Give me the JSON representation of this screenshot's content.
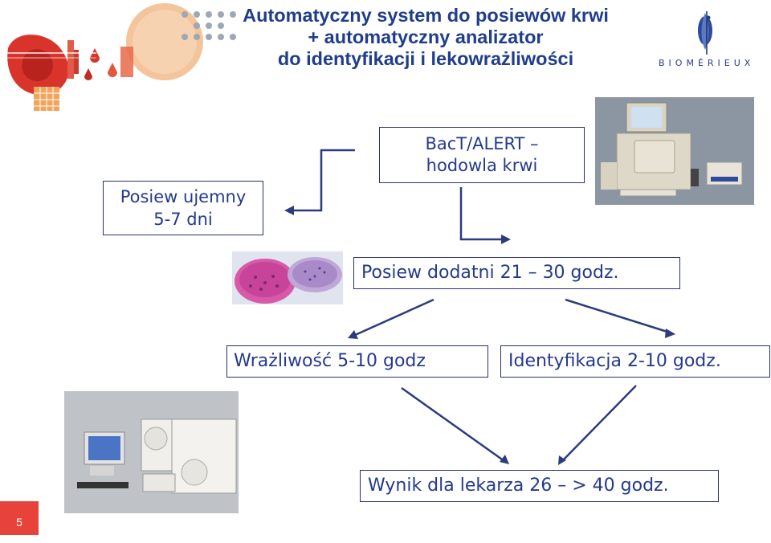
{
  "title": {
    "line1": "Automatyczny system do posiewów krwi",
    "line2": "+ automatyczny analizator",
    "line3": "do identyfikacji i lekowrażliwości"
  },
  "logo": {
    "text": "BIOMÉRIEUX"
  },
  "boxes": {
    "bactalert_line1": "BacT/ALERT –",
    "bactalert_line2": "hodowla krwi",
    "negative_line1": "Posiew ujemny",
    "negative_line2": "5-7 dni",
    "positive": "Posiew dodatni 21 – 30 godz.",
    "susceptibility": "Wrażliwość 5-10 godz",
    "identification": "Identyfikacja 2-10 godz.",
    "result": "Wynik dla lekarza 26 – > 40 godz."
  },
  "page_number": "5",
  "colors": {
    "title": "#1f3d8a",
    "box_text": "#243a8c",
    "arrow": "#2b3b7e",
    "accent": "#e8433a"
  }
}
